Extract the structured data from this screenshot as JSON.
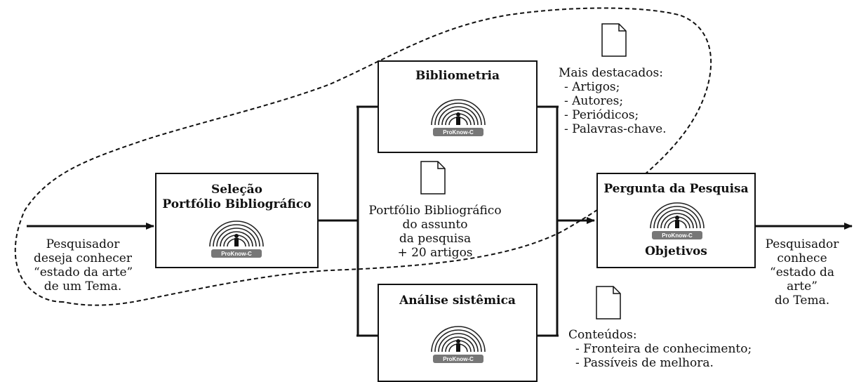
{
  "diagram": {
    "boxes": {
      "selecao": {
        "line1": "Seleção",
        "line2": "Portfólio Bibliográfico"
      },
      "bibliometria": {
        "title": "Bibliometria"
      },
      "analise": {
        "title": "Análise sistêmica"
      },
      "pergunta": {
        "title": "Pergunta da Pesquisa",
        "subtitle": "Objetivos"
      }
    },
    "logo_text": "ProKnow-C",
    "notes": {
      "input": [
        "Pesquisador",
        "deseja conhecer",
        "“estado da arte”",
        "de um Tema."
      ],
      "portfolio": [
        "Portfólio Bibliográfico",
        "do assunto",
        "da pesquisa",
        "+ 20 artigos"
      ],
      "destacados": [
        "Mais destacados:",
        "- Artigos;",
        "- Autores;",
        "- Periódicos;",
        "- Palavras-chave."
      ],
      "conteudos": [
        "Conteúdos:",
        "- Fronteira de conhecimento;",
        "- Passíveis de melhora."
      ],
      "output": [
        "Pesquisador",
        "conhece",
        "“estado da",
        "arte”",
        "do Tema."
      ]
    }
  }
}
